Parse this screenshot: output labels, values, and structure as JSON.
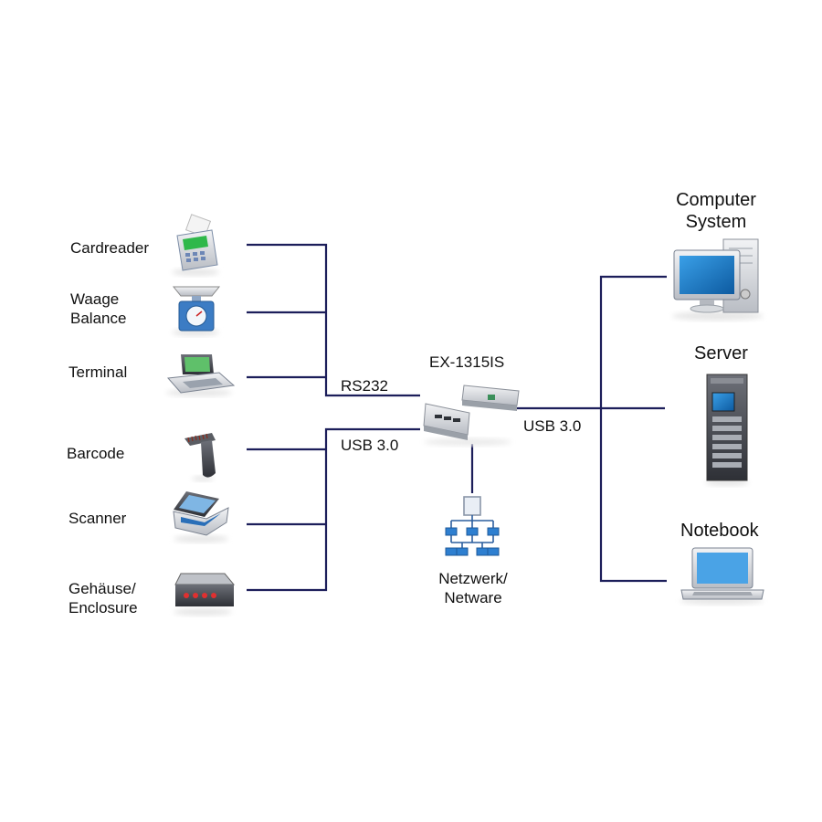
{
  "devices_left": {
    "cardreader": "Cardreader",
    "waage_line1": "Waage",
    "waage_line2": "Balance",
    "terminal": "Terminal",
    "barcode": "Barcode",
    "scanner": "Scanner",
    "enclosure_line1": "Gehäuse/",
    "enclosure_line2": "Enclosure"
  },
  "connections": {
    "rs232": "RS232",
    "usb_left": "USB 3.0",
    "usb_right": "USB 3.0"
  },
  "hub": {
    "name": "EX-1315IS"
  },
  "network": {
    "line1": "Netzwerk/",
    "line2": "Netware"
  },
  "devices_right": {
    "computer_line1": "Computer",
    "computer_line2": "System",
    "server": "Server",
    "notebook": "Notebook"
  },
  "colors": {
    "line": "#1c1e5a",
    "screen": "#1a78c2",
    "device_grey": "#c9ccd1"
  },
  "icons": [
    "cardreader-icon",
    "scale-icon",
    "terminal-icon",
    "barcode-scanner-icon",
    "flatbed-scanner-icon",
    "enclosure-icon",
    "hub-icon",
    "network-icon",
    "computer-icon",
    "server-icon",
    "notebook-icon"
  ]
}
